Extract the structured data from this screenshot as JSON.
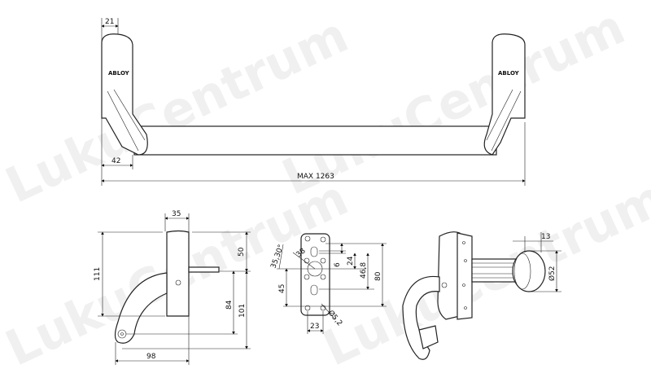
{
  "watermark": "LukuCentrum",
  "brand_label": "ABLOY",
  "top_view": {
    "dim_bracket_width": "21",
    "dim_offset": "42",
    "dim_total": "MAX 1263"
  },
  "side_view": {
    "dim_depth": "35",
    "dim_height": "111",
    "dim_top": "50",
    "dim_lever_drop": "84",
    "dim_lever_total": "101",
    "dim_reach": "98"
  },
  "plate_view": {
    "dim_angle": "35,30°",
    "dim_radius": "38",
    "dim_6": "6",
    "dim_24": "24",
    "dim_46_8": "46,8",
    "dim_80": "80",
    "dim_45": "45",
    "dim_23": "23",
    "dim_hole": "Ø5,2"
  },
  "knob_view": {
    "dim_13": "13",
    "dim_diameter": "Ø52"
  }
}
